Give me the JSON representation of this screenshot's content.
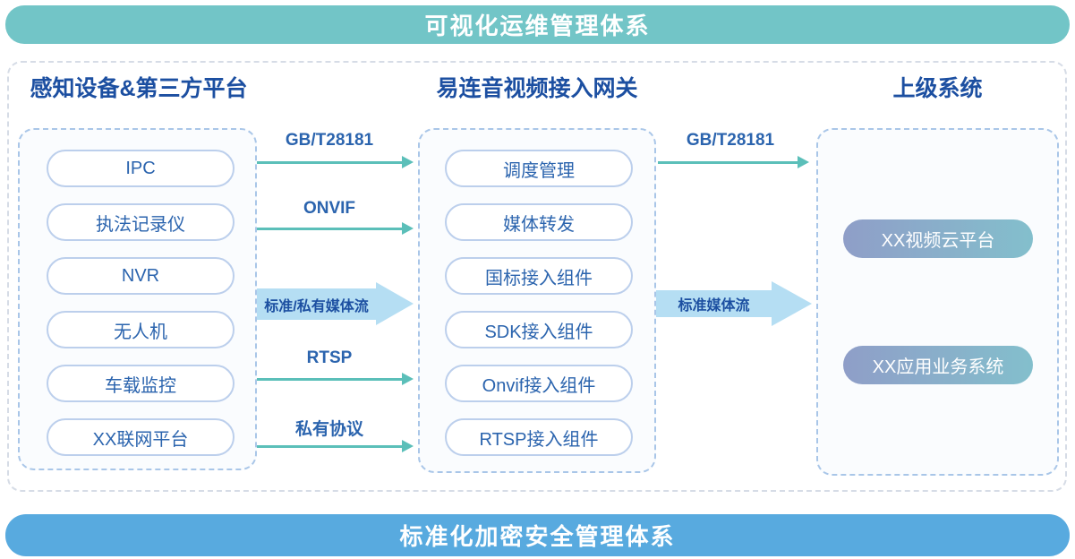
{
  "banners": {
    "top": "可视化运维管理体系",
    "bottom": "标准化加密安全管理体系"
  },
  "columns": {
    "devices": {
      "title": "感知设备&第三方平台",
      "items": [
        "IPC",
        "执法记录仪",
        "NVR",
        "无人机",
        "车载监控",
        "XX联网平台"
      ]
    },
    "gateway": {
      "title": "易连音视频接入网关",
      "items": [
        "调度管理",
        "媒体转发",
        "国标接入组件",
        "SDK接入组件",
        "Onvif接入组件",
        "RTSP接入组件"
      ]
    },
    "upper": {
      "title": "上级系统",
      "items": [
        "XX视频云平台",
        "XX应用业务系统"
      ]
    }
  },
  "flows": {
    "device_to_gateway": {
      "protocols": [
        "GB/T28181",
        "ONVIF",
        "RTSP",
        "私有协议"
      ],
      "media_stream": "标准/私有媒体流"
    },
    "gateway_to_upper": {
      "protocols": [
        "GB/T28181"
      ],
      "media_stream": "标准媒体流"
    }
  },
  "colors": {
    "banner-top": "#72C5C7",
    "banner-bottom": "#58AADF",
    "title-text": "#1C4FA1",
    "pill-border": "#BCCFEC",
    "pill-text": "#2B64AE",
    "dash-border": "#A9C6E8",
    "box-bg": "#FAFCFE",
    "panel-border": "#D6DCE6",
    "arrow": "#5BBFB9",
    "thick-arrow": "#B5DEF3",
    "gradient-start": "#8F9EC8",
    "gradient-end": "#83BFCC"
  }
}
